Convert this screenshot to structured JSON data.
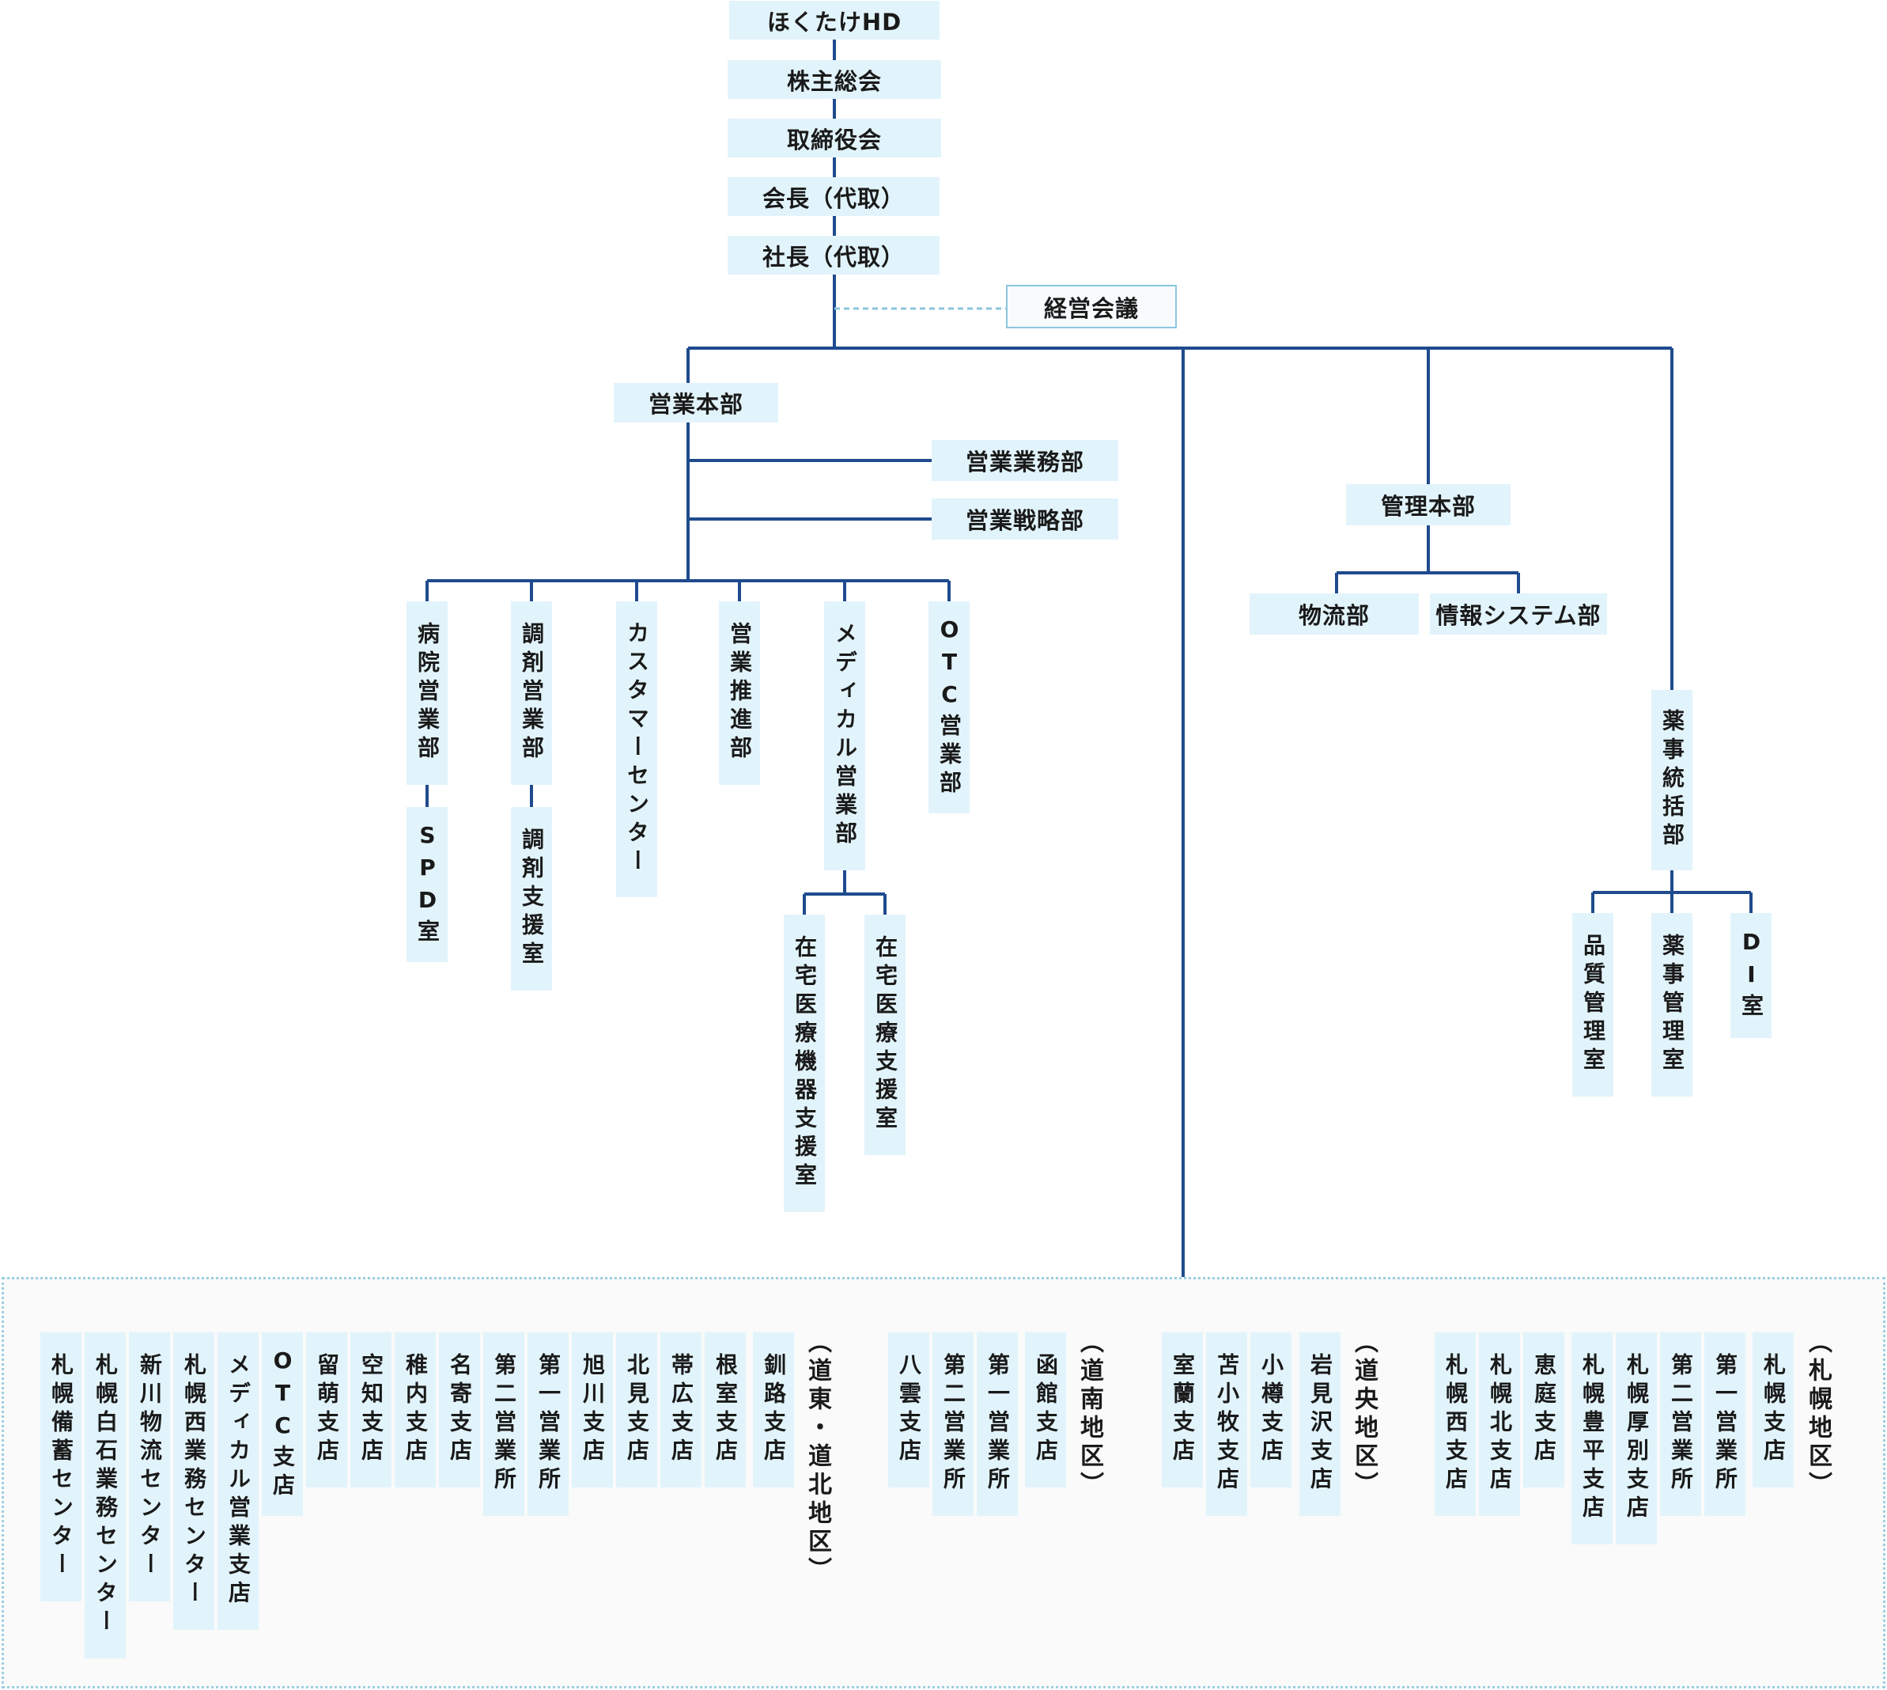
{
  "top": {
    "holdings": "ほくたけHD",
    "shareholders_meeting": "株主総会",
    "board": "取締役会",
    "chairman": "会長（代取）",
    "president": "社長（代取）",
    "management_meeting": "経営会議"
  },
  "sales": {
    "headquarters": "営業本部",
    "operations": "営業業務部",
    "strategy": "営業戦略部",
    "departments": [
      "病院営業部",
      "調剤営業部",
      "カスタマーセンター",
      "営業推進部",
      "メディカル営業部",
      "OTC営業部"
    ],
    "spd": "SPD室",
    "dispensing_support": "調剤支援室",
    "home_equipment_support": "在宅医療機器支援室",
    "home_care_support": "在宅医療支援室"
  },
  "admin": {
    "headquarters": "管理本部",
    "logistics": "物流部",
    "info_systems": "情報システム部"
  },
  "pharma": {
    "division": "薬事統括部",
    "quality": "品質管理室",
    "regulatory": "薬事管理室",
    "di": "DI室"
  },
  "regions": {
    "doto_dohoku": {
      "label": "（道東・道北地区）",
      "branches": [
        "釧路支店",
        "根室支店",
        "帯広支店",
        "北見支店",
        "旭川支店",
        "第一営業所",
        "第二営業所",
        "名寄支店",
        "稚内支店",
        "空知支店",
        "留萌支店",
        "OTC支店",
        "メディカル営業支店",
        "札幌西業務センター",
        "新川物流センター",
        "札幌白石業務センター",
        "札幌備蓄センター"
      ]
    },
    "donan": {
      "label": "（道南地区）",
      "branches": [
        "函館支店",
        "第一営業所",
        "第二営業所",
        "八雲支店"
      ]
    },
    "dochuo": {
      "label": "（道央地区）",
      "branches": [
        "岩見沢支店",
        "小樽支店",
        "苫小牧支店",
        "室蘭支店"
      ]
    },
    "sapporo": {
      "label": "（札幌地区）",
      "branches": [
        "札幌支店",
        "第一営業所",
        "第二営業所",
        "札幌厚別支店",
        "札幌豊平支店",
        "恵庭支店",
        "札幌北支店",
        "札幌西支店"
      ]
    }
  },
  "colors": {
    "line": "#1f4b8e",
    "dashed_line": "#8cc6de",
    "box": "#e2f4fb",
    "region_border": "#9dcfe1"
  }
}
